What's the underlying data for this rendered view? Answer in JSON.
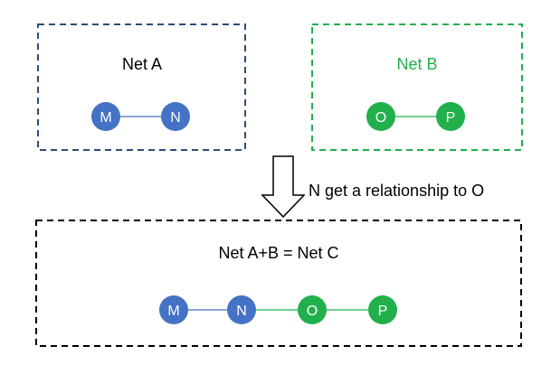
{
  "nets": {
    "a": {
      "title": "Net A",
      "color": "#2e4d7b",
      "title_color": "#000000",
      "nodes": [
        "M",
        "N"
      ],
      "node_color": "#4472c4",
      "edge_color": "#4472c4"
    },
    "b": {
      "title": "Net B",
      "color": "#21b04b",
      "title_color": "#21b04b",
      "nodes": [
        "O",
        "P"
      ],
      "node_color": "#21b04b",
      "edge_color": "#21b04b"
    },
    "c": {
      "title": "Net A+B = Net C",
      "color": "#000000",
      "title_color": "#000000",
      "nodes": [
        "M",
        "N",
        "O",
        "P"
      ],
      "node_colors": [
        "#4472c4",
        "#4472c4",
        "#21b04b",
        "#21b04b"
      ]
    }
  },
  "transition": {
    "caption": "N get a relationship to O",
    "arrow_icon": "down-arrow-icon"
  }
}
